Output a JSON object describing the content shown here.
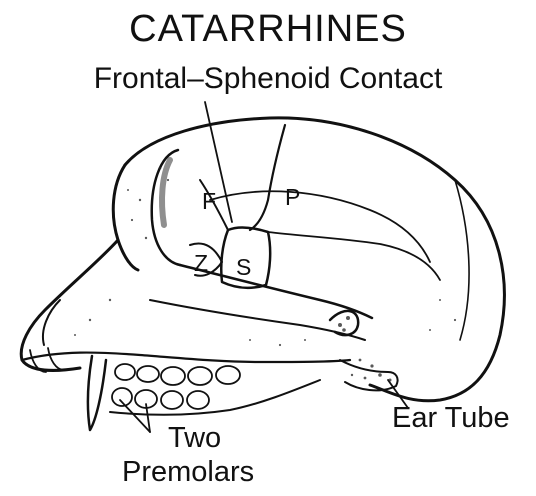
{
  "title": "CATARRHINES",
  "subtitle": "Frontal–Sphenoid Contact",
  "bones": {
    "frontal": "F",
    "parietal": "P",
    "zygomatic": "Z",
    "sphenoid": "S"
  },
  "labels": {
    "ear_tube": "Ear Tube",
    "two": "Two",
    "premolars": "Premolars"
  }
}
